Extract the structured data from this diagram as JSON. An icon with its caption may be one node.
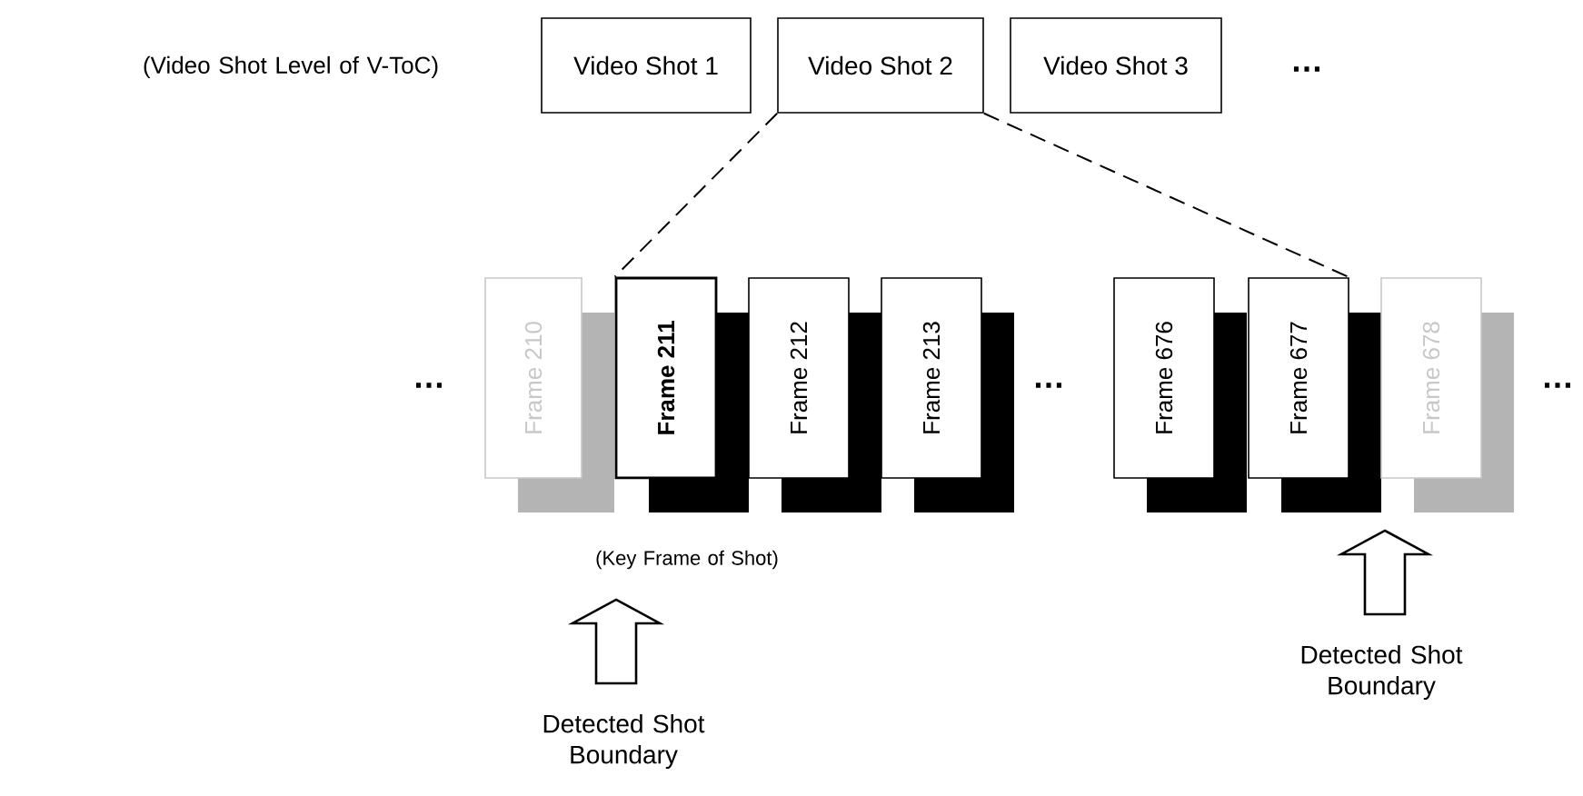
{
  "diagram": {
    "nodes": [
      {
        "text": [
          "Video Shot 1"
        ]
      },
      {
        "text": [
          "Video Shot 2"
        ]
      },
      {
        "text": [
          "Video Shot 3"
        ]
      },
      {
        "text": [
          "Frame 210"
        ]
      },
      {
        "text": [
          "Frame 211"
        ]
      },
      {
        "text": [
          "Frame 212"
        ]
      },
      {
        "text": [
          "Frame 213"
        ]
      },
      {
        "text": [
          "Frame 676"
        ]
      },
      {
        "text": [
          "Frame 677"
        ]
      },
      {
        "text": [
          "Frame 678"
        ]
      }
    ],
    "edges": [
      {
        "from": 1,
        "to": 4,
        "arrow": "none",
        "style": "dashed"
      },
      {
        "from": 1,
        "to": 8,
        "arrow": "none",
        "style": "dashed"
      }
    ],
    "labels": [
      "(Video Shot Level of V-ToC)",
      "…",
      "…",
      "…",
      "…",
      "(Key Frame of Shot)",
      "Detected Shot Boundary",
      "Detected Shot Boundary"
    ]
  }
}
